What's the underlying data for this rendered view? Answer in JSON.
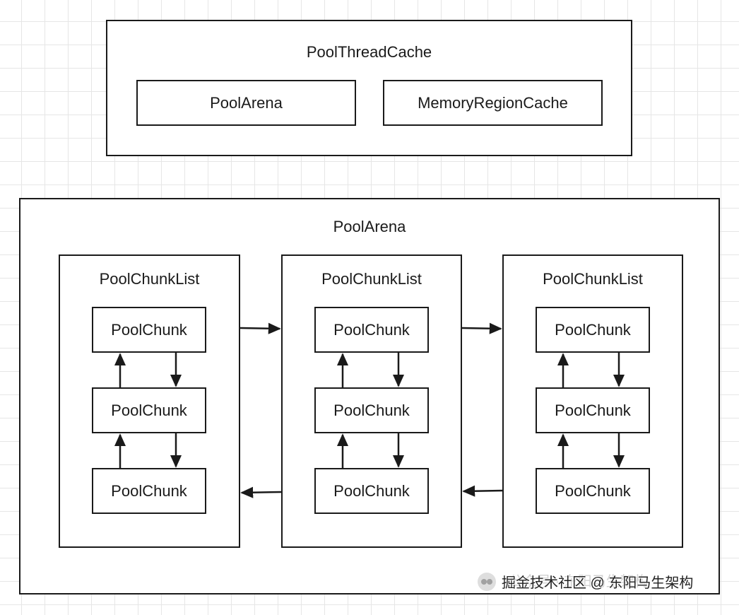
{
  "thread_cache": {
    "title": "PoolThreadCache",
    "items": [
      {
        "label": "PoolArena"
      },
      {
        "label": "MemoryRegionCache"
      }
    ]
  },
  "arena": {
    "title": "PoolArena",
    "chunk_lists": [
      {
        "title": "PoolChunkList",
        "chunks": [
          {
            "label": "PoolChunk"
          },
          {
            "label": "PoolChunk"
          },
          {
            "label": "PoolChunk"
          }
        ]
      },
      {
        "title": "PoolChunkList",
        "chunks": [
          {
            "label": "PoolChunk"
          },
          {
            "label": "PoolChunk"
          },
          {
            "label": "PoolChunk"
          }
        ]
      },
      {
        "title": "PoolChunkList",
        "chunks": [
          {
            "label": "PoolChunk"
          },
          {
            "label": "PoolChunk"
          },
          {
            "label": "PoolChunk"
          }
        ]
      }
    ]
  },
  "watermark": {
    "ghost": "公众号 · 东阳马生架构",
    "text": "掘金技术社区 @ 东阳马生架构"
  }
}
